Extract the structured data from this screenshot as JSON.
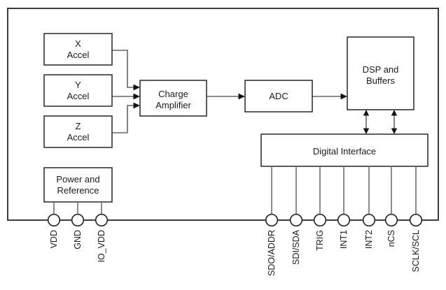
{
  "blocks": {
    "x_accel": {
      "line1": "X",
      "line2": "Accel"
    },
    "y_accel": {
      "line1": "Y",
      "line2": "Accel"
    },
    "z_accel": {
      "line1": "Z",
      "line2": "Accel"
    },
    "power_reference": {
      "line1": "Power and",
      "line2": "Reference"
    },
    "charge_amplifier": {
      "line1": "Charge",
      "line2": "Amplifier"
    },
    "adc": {
      "label": "ADC"
    },
    "dsp_buffers": {
      "line1": "DSP and",
      "line2": "Buffers"
    },
    "digital_interface": {
      "label": "Digital Interface"
    }
  },
  "pins": {
    "left": [
      "VDD",
      "GND",
      "IO_VDD"
    ],
    "right": [
      "SDO/ADDR",
      "SDI/SDA",
      "TRIG",
      "INT1",
      "INT2",
      "nCS",
      "SCLK/SCL"
    ]
  },
  "colors": {
    "background": "#ffffff",
    "box_border": "#333333",
    "chip_border": "#3d3d3d",
    "wire": "#666666",
    "arrow": "#141414",
    "text": "#1b1b1b"
  }
}
